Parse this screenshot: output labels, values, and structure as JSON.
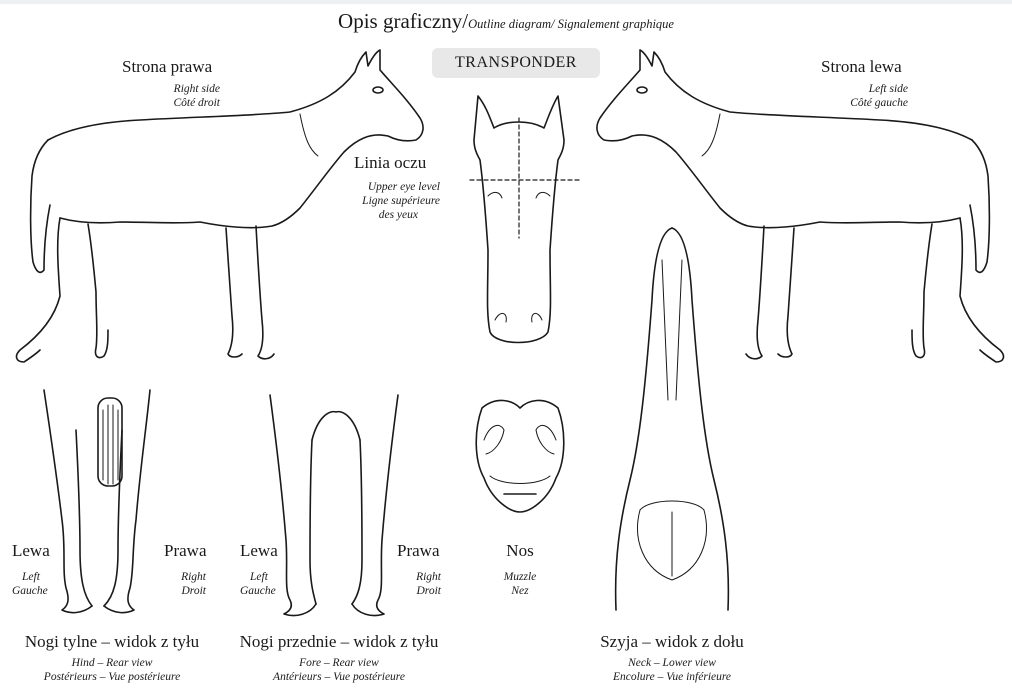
{
  "header": {
    "title_main": "Opis graficzny/",
    "title_sub": "Outline diagram/ Signalement graphique"
  },
  "transponder_label": "TRANSPONDER",
  "right_side": {
    "pl": "Strona prawa",
    "en": "Right side",
    "fr": "Côté droit"
  },
  "left_side": {
    "pl": "Strona lewa",
    "en": "Left side",
    "fr": "Côté gauche"
  },
  "eye_line": {
    "pl": "Linia oczu",
    "en": "Upper eye level",
    "fr1": "Ligne supérieure",
    "fr2": "des yeux"
  },
  "hind_legs": {
    "left": {
      "pl": "Lewa",
      "en": "Left",
      "fr": "Gauche"
    },
    "right": {
      "pl": "Prawa",
      "en": "Right",
      "fr": "Droit"
    },
    "caption": {
      "pl": "Nogi tylne – widok z tyłu",
      "en": "Hind – Rear view",
      "fr": "Postérieurs – Vue postérieure"
    }
  },
  "fore_legs": {
    "left": {
      "pl": "Lewa",
      "en": "Left",
      "fr": "Gauche"
    },
    "right": {
      "pl": "Prawa",
      "en": "Right",
      "fr": "Droit"
    },
    "caption": {
      "pl": "Nogi przednie – widok z tyłu",
      "en": "Fore – Rear view",
      "fr": "Antérieurs – Vue postérieure"
    }
  },
  "muzzle": {
    "pl": "Nos",
    "en": "Muzzle",
    "fr": "Nez"
  },
  "neck": {
    "pl": "Szyja – widok z dołu",
    "en": "Neck – Lower view",
    "fr": "Encolure – Vue inférieure"
  }
}
